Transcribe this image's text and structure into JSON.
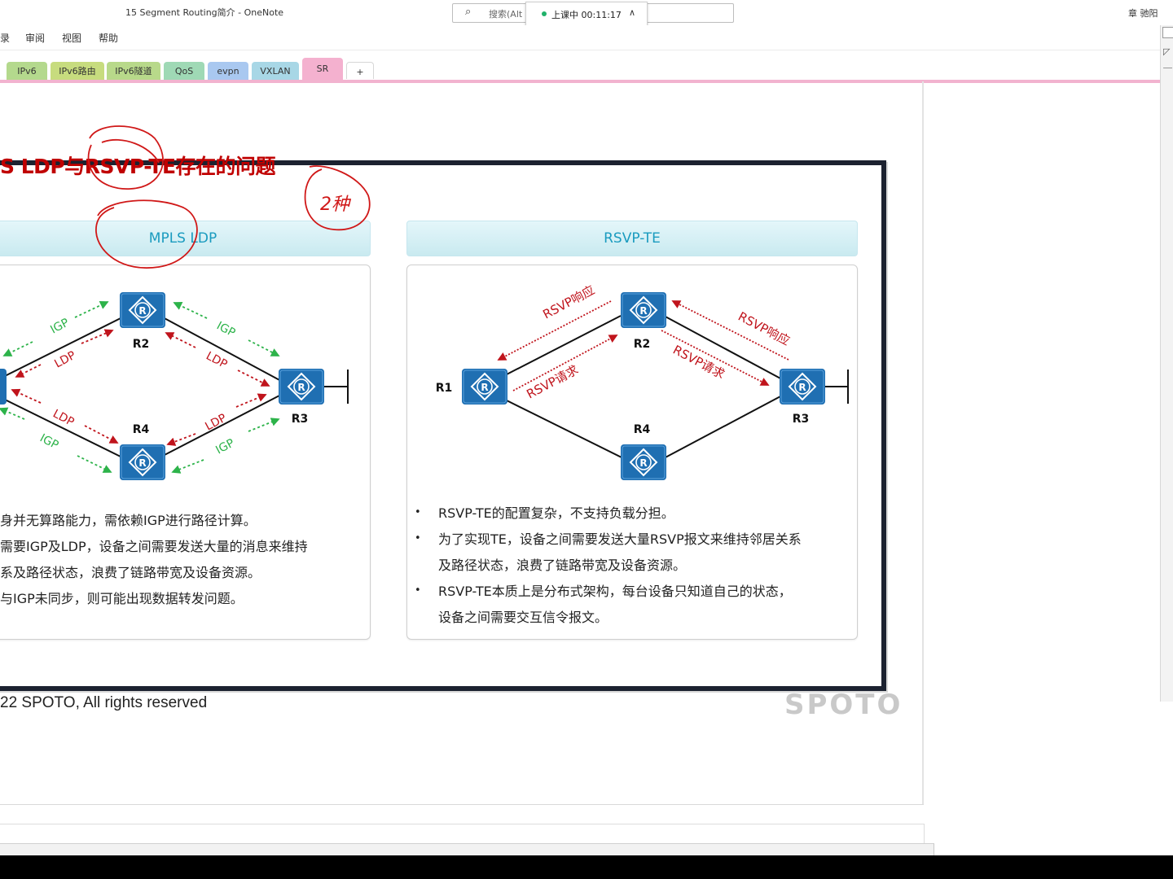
{
  "window": {
    "title": "15 Segment Routing简介 - OneNote",
    "user": "章 驰阳"
  },
  "search": {
    "placeholder": "搜索(Alt"
  },
  "timer": {
    "label": "上课中 00:11:17"
  },
  "menu": [
    "录",
    "审阅",
    "视图",
    "帮助"
  ],
  "tabs": [
    {
      "label": "IPv6",
      "color": "#b4d98d"
    },
    {
      "label": "IPv6路由",
      "color": "#c7dc7e"
    },
    {
      "label": "IPv6隧道",
      "color": "#b8d98a"
    },
    {
      "label": "QoS",
      "color": "#9fd9b5"
    },
    {
      "label": "evpn",
      "color": "#a9c8f0"
    },
    {
      "label": "VXLAN",
      "color": "#a8d7e6"
    },
    {
      "label": "SR",
      "color": "#f4b1cf"
    },
    {
      "label": "+",
      "color": "#ffffff"
    }
  ],
  "slide": {
    "title": "S LDP与RSVP-TE存在的问题",
    "left_header": "MPLS LDP",
    "right_header": "RSVP-TE",
    "annotation": "2种",
    "left_diagram": {
      "routers": [
        "R2",
        "R4",
        "R3"
      ],
      "labels": [
        "IGP",
        "LDP",
        "IGP",
        "LDP",
        "LDP",
        "IGP",
        "LDP",
        "IGP"
      ]
    },
    "right_diagram": {
      "routers": [
        "R1",
        "R2",
        "R3",
        "R4"
      ],
      "labels": [
        "RSVP响应",
        "RSVP请求",
        "RSVP响应",
        "RSVP请求"
      ]
    },
    "left_bullets": [
      "身并无算路能力，需依赖IGP进行路径计算。",
      "需要IGP及LDP，设备之间需要发送大量的消息来维持",
      "系及路径状态，浪费了链路带宽及设备资源。",
      "与IGP未同步，则可能出现数据转发问题。"
    ],
    "right_bullets": [
      "RSVP-TE的配置复杂，不支持负载分担。",
      "为了实现TE，设备之间需要发送大量RSVP报文来维持邻居关系",
      "及路径状态，浪费了链路带宽及设备资源。",
      "RSVP-TE本质上是分布式架构，每台设备只知道自己的状态，",
      "设备之间需要交互信令报文。"
    ],
    "copyright": "22 SPOTO, All rights reserved",
    "brand": "SPOTO"
  },
  "colors": {
    "accent_tab_line": "#f2b3cf",
    "title_red": "#c00000",
    "router_blue": "#1f6fb2",
    "igp_green": "#2db34a",
    "ldp_red": "#c0141c"
  }
}
